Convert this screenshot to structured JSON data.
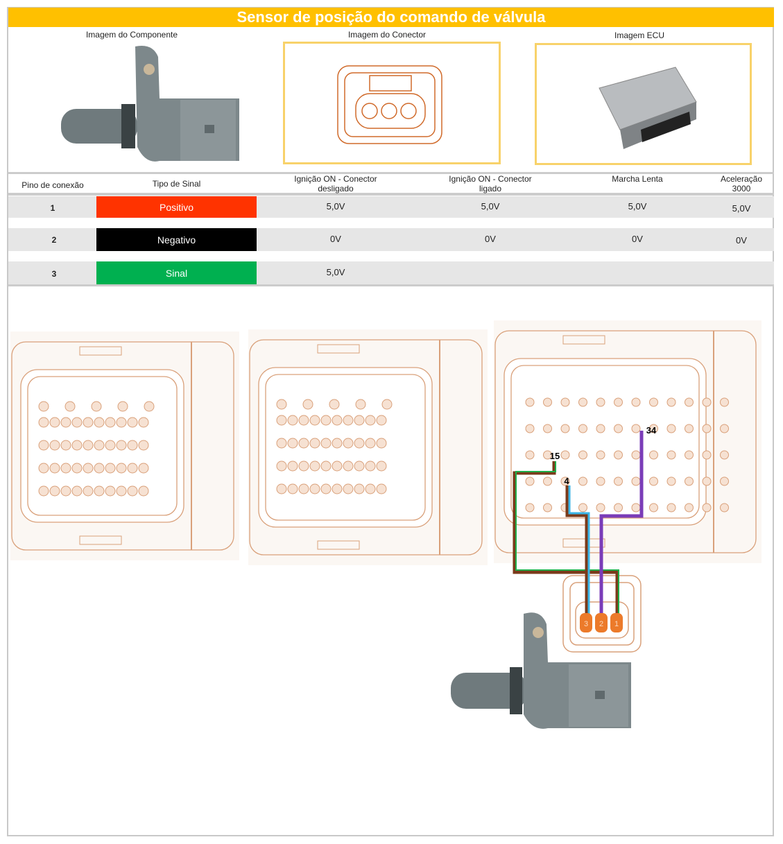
{
  "title": "Sensor de posição do comando de válvula",
  "captions": {
    "component": "Imagem do Componente",
    "connector": "Imagem do Conector",
    "ecu": "Imagem ECU"
  },
  "headers": [
    "Pino de conexão",
    "Tipo de Sinal",
    "Ignição ON - Conector desligado",
    "Ignição ON - Conector ligado",
    "Marcha Lenta",
    "Aceleração 3000"
  ],
  "rows": [
    {
      "pin": "1",
      "signal": "Positivo",
      "color": "#FF3300",
      "values": [
        "5,0V",
        "5,0V",
        "5,0V",
        "5,0V"
      ]
    },
    {
      "pin": "2",
      "signal": "Negativo",
      "color": "#000000",
      "values": [
        "0V",
        "0V",
        "0V",
        "0V"
      ]
    },
    {
      "pin": "3",
      "signal": "Sinal",
      "color": "#00B050",
      "values": [
        "5,0V",
        "",
        "",
        ""
      ]
    }
  ],
  "wiring": {
    "ecu_pins": [
      "15",
      "4",
      "34"
    ],
    "sensor_pins": [
      "3",
      "2",
      "1"
    ]
  }
}
